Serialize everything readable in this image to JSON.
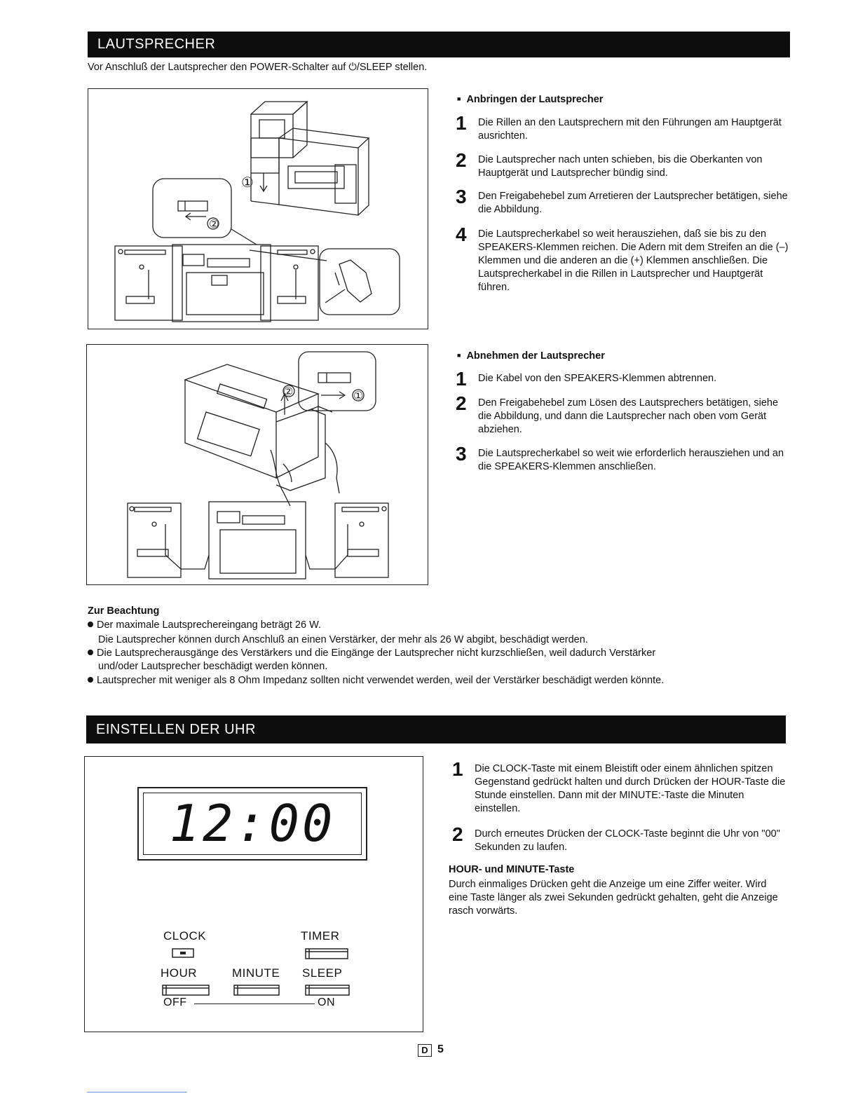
{
  "section1": {
    "title": "LAUTSPRECHER",
    "intro": "Vor Anschluß der Lautsprecher den POWER-Schalter auf ⏻/SLEEP stellen."
  },
  "attach": {
    "heading": "Anbringen der Lautsprecher",
    "steps": [
      {
        "num": "1",
        "text": "Die Rillen an den Lautsprechern mit den Führungen am Hauptgerät ausrichten."
      },
      {
        "num": "2",
        "text": "Die Lautsprecher nach unten schieben, bis die Oberkanten von Hauptgerät und Lautsprecher bündig sind."
      },
      {
        "num": "3",
        "text": "Den Freigabehebel zum Arretieren der Lautsprecher betätigen, siehe die Abbildung."
      },
      {
        "num": "4",
        "text": "Die Lautsprecherkabel so weit herausziehen, daß sie bis zu den SPEAKERS-Klemmen reichen. Die Adern mit dem Streifen an die (–) Klemmen und die anderen an die (+) Klemmen anschließen. Die Lautsprecherkabel in die Rillen in Lautsprecher und Hauptgerät führen."
      }
    ]
  },
  "detach": {
    "heading": "Abnehmen der Lautsprecher",
    "steps": [
      {
        "num": "1",
        "text": "Die Kabel von den SPEAKERS-Klemmen abtrennen."
      },
      {
        "num": "2",
        "text": "Den Freigabehebel zum Lösen des Lautsprechers betätigen, siehe die Abbildung, und dann die Lautsprecher nach oben vom Gerät abziehen."
      },
      {
        "num": "3",
        "text": "Die Lautsprecherkabel so weit wie erforderlich herausziehen und an die SPEAKERS-Klemmen anschließen."
      }
    ]
  },
  "figure_marks": {
    "one": "①",
    "two": "②"
  },
  "notes": {
    "heading": "Zur Beachtung",
    "b1": "Der maximale Lautsprechereingang beträgt 26 W.",
    "b1_cont": "Die Lautsprecher können durch Anschluß an einen Verstärker, der mehr als 26 W abgibt, beschädigt werden.",
    "b2": "Die Lautsprecherausgänge des Verstärkers und die Eingänge der Lautsprecher nicht kurzschließen, weil dadurch Verstärker",
    "b2_cont": "und/oder Lautsprecher beschädigt werden können.",
    "b3": "Lautsprecher mit weniger als 8 Ohm Impedanz sollten nicht verwendet werden, weil der Verstärker beschädigt werden könnte."
  },
  "section2": {
    "title": "EINSTELLEN DER UHR",
    "steps": [
      {
        "num": "1",
        "text": "Die CLOCK-Taste mit einem Bleistift oder einem ähnlichen spitzen Gegenstand gedrückt halten und durch Drücken der HOUR-Taste die Stunde einstellen. Dann mit der MINUTE:-Taste die Minuten einstellen."
      },
      {
        "num": "2",
        "text": "Durch erneutes Drücken der CLOCK-Taste beginnt die Uhr von \"00\" Sekunden zu laufen."
      }
    ],
    "subheading": "HOUR- und MINUTE-Taste",
    "subtext": "Durch einmaliges Drücken geht die Anzeige um eine Ziffer weiter. Wird eine Taste länger als zwei Sekunden gedrückt gehalten, geht die Anzeige rasch vorwärts."
  },
  "clock_panel": {
    "display": "12:00",
    "clock": "CLOCK",
    "timer": "TIMER",
    "hour": "HOUR",
    "minute": "MINUTE",
    "sleep": "SLEEP",
    "off": "OFF",
    "on": "ON"
  },
  "footer": {
    "lang": "D",
    "page": "5"
  }
}
